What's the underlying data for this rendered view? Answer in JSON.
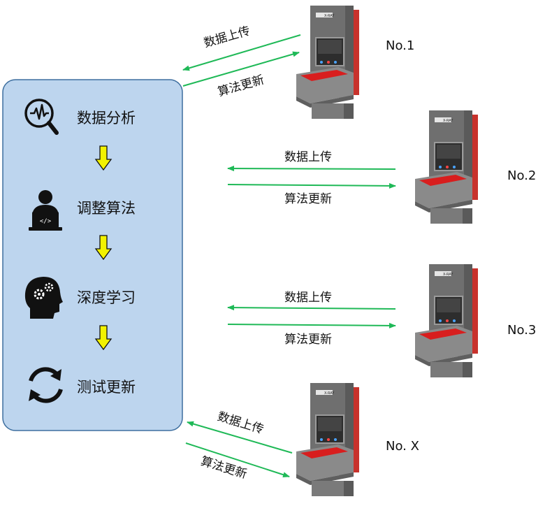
{
  "panel": {
    "steps": [
      {
        "label": "数据分析",
        "icon": "data-analysis-icon"
      },
      {
        "label": "调整算法",
        "icon": "programmer-icon"
      },
      {
        "label": "深度学习",
        "icon": "brain-gears-icon"
      },
      {
        "label": "测试更新",
        "icon": "refresh-icon"
      }
    ]
  },
  "machines": [
    {
      "label": "No.1",
      "badge": "X-RAY"
    },
    {
      "label": "No.2",
      "badge": "X-RAY"
    },
    {
      "label": "No.3",
      "badge": "X-RAY"
    },
    {
      "label": "No. X",
      "badge": "X-RAY"
    }
  ],
  "links": {
    "upload": "数据上传",
    "update": "算法更新"
  },
  "colors": {
    "panel_fill": "#bdd5ee",
    "panel_border": "#3e6f9f",
    "arrow_green": "#1fb957",
    "step_arrow": "#f2f201",
    "machine_body": "#6f6f6f",
    "machine_accent": "#c8322c"
  }
}
